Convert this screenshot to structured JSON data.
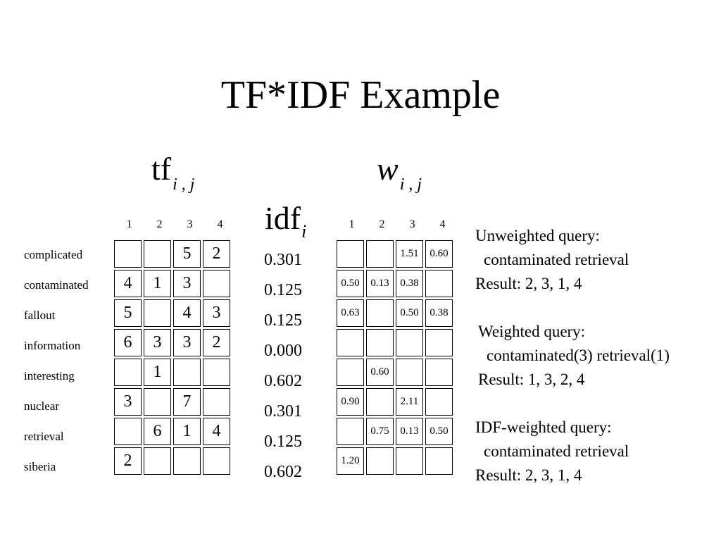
{
  "title": "TF*IDF Example",
  "tf_heading": {
    "base": "tf",
    "sub": "i , j"
  },
  "w_heading": {
    "base": "w",
    "sub": "i , j"
  },
  "idf_heading": {
    "base": "idf",
    "sub": "i"
  },
  "doc_columns": [
    "1",
    "2",
    "3",
    "4"
  ],
  "terms": [
    "complicated",
    "contaminated",
    "fallout",
    "information",
    "interesting",
    "nuclear",
    "retrieval",
    "siberia"
  ],
  "tf": [
    [
      "",
      "",
      "5",
      "2"
    ],
    [
      "4",
      "1",
      "3",
      ""
    ],
    [
      "5",
      "",
      "4",
      "3"
    ],
    [
      "6",
      "3",
      "3",
      "2"
    ],
    [
      "",
      "1",
      "",
      ""
    ],
    [
      "3",
      "",
      "7",
      ""
    ],
    [
      "",
      "6",
      "1",
      "4"
    ],
    [
      "2",
      "",
      "",
      ""
    ]
  ],
  "idf": [
    "0.301",
    "0.125",
    "0.125",
    "0.000",
    "0.602",
    "0.301",
    "0.125",
    "0.602"
  ],
  "w": [
    [
      "",
      "",
      "1.51",
      "0.60"
    ],
    [
      "0.50",
      "0.13",
      "0.38",
      ""
    ],
    [
      "0.63",
      "",
      "0.50",
      "0.38"
    ],
    [
      "",
      "",
      "",
      ""
    ],
    [
      "",
      "0.60",
      "",
      ""
    ],
    [
      "0.90",
      "",
      "2.11",
      ""
    ],
    [
      "",
      "0.75",
      "0.13",
      "0.50"
    ],
    [
      "1.20",
      "",
      "",
      ""
    ]
  ],
  "queries": [
    {
      "heading": "Unweighted query:",
      "query": "contaminated retrieval",
      "result": "Result: 2, 3, 1, 4"
    },
    {
      "heading": "Weighted query:",
      "query": "contaminated(3) retrieval(1)",
      "result": "Result: 1, 3, 2, 4"
    },
    {
      "heading": "IDF-weighted query:",
      "query": "contaminated retrieval",
      "result": "Result: 2, 3, 1, 4"
    }
  ]
}
